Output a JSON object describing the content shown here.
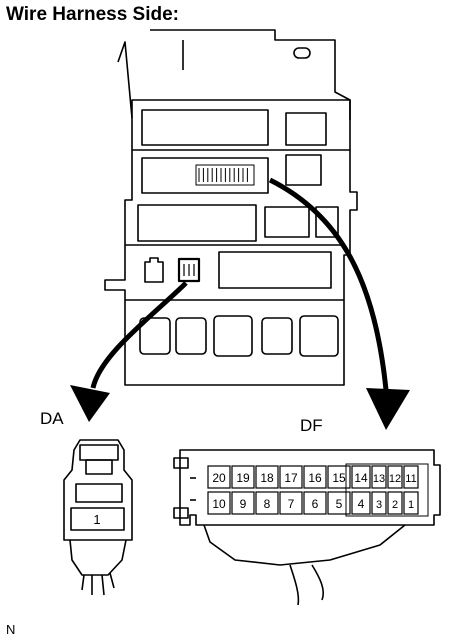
{
  "title": "Wire Harness Side:",
  "connector_da": {
    "label": "DA",
    "pins": [
      "1"
    ]
  },
  "connector_df": {
    "label": "DF",
    "pins_top": [
      "20",
      "19",
      "18",
      "17",
      "16",
      "15",
      "14",
      "13",
      "12",
      "11"
    ],
    "pins_bottom": [
      "10",
      "9",
      "8",
      "7",
      "6",
      "5",
      "4",
      "3",
      "2",
      "1"
    ]
  },
  "footer_code": "N",
  "colors": {
    "line": "#000000",
    "background": "#ffffff"
  }
}
